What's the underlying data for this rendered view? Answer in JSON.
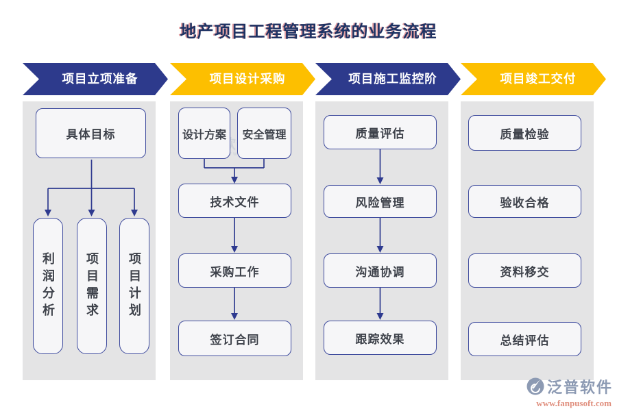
{
  "title": "地产项目工程管理系统的业务流程",
  "columns": [
    {
      "header": "项目立项准备",
      "style": "navy",
      "top_box": "具体目标",
      "branch_boxes": [
        "利润分析",
        "项目需求",
        "项目计划"
      ]
    },
    {
      "header": "项目设计采购",
      "style": "gold",
      "pair_boxes": [
        "设计方案",
        "安全管理"
      ],
      "flow_boxes": [
        "技术文件",
        "采购工作",
        "签订合同"
      ]
    },
    {
      "header": "项目施工监控阶",
      "style": "navy",
      "flow_boxes": [
        "质量评估",
        "风险管理",
        "沟通协调",
        "跟踪效果"
      ]
    },
    {
      "header": "项目竣工交付",
      "style": "gold",
      "list_boxes": [
        "质量检验",
        "验收合格",
        "资料移交",
        "总结评估"
      ]
    }
  ],
  "watermark": {
    "brand": "泛普软件",
    "sub": "FANPU SOFTWARE"
  },
  "logo": {
    "brand": "泛普软件",
    "url": "www.fanpusoft.com"
  },
  "colors": {
    "header_navy": "#2d3a8c",
    "header_gold": "#fdbf00",
    "panel_bg": "#e4e4e5",
    "box_bg": "#f6f6f8",
    "box_border": "#3d4a9d",
    "box_text": "#3e424b",
    "connector": "#2e3a8f",
    "title_text": "#1e3263",
    "logo_text": "#8c9ab3",
    "logo_url": "#e0907f"
  }
}
